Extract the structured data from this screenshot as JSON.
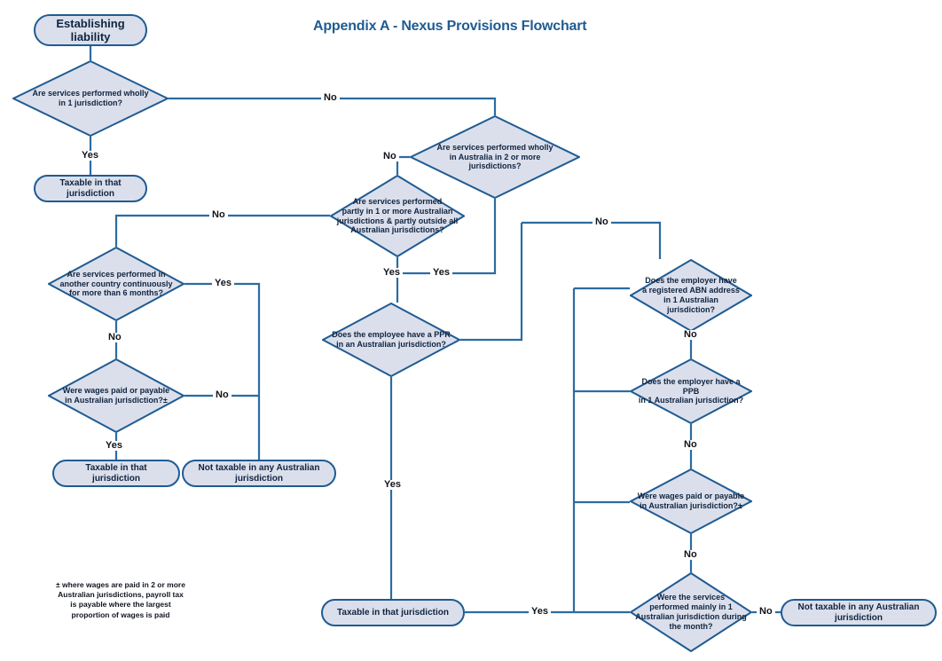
{
  "title": "Appendix A - Nexus Provisions Flowchart",
  "colors": {
    "title": "#1f5b92",
    "shape_fill": "#dbdfec",
    "shape_stroke": "#1f5b92",
    "connector": "#2b6ca3",
    "text": "#10243f"
  },
  "footnote": "± where wages are paid in 2 or more\nAustralian jurisdictions, payroll tax\nis payable where the largest\nproportion of wages is paid",
  "nodes": {
    "start": "Establishing liability",
    "q_wholly_1_jurisdiction": "Are services performed wholly\nin 1 jurisdiction?",
    "t_taxable_left": "Taxable in that jurisdiction",
    "q_wholly_australia_2_or_more": "Are services performed wholly\nin Australia in 2 or more\njurisdictions?",
    "q_partly_in_out": "Are services performed\npartly in 1 or more Australian\njurisdictions & partly outside all\nAustralian jurisdictions?",
    "q_another_country_6_months": "Are services performed in\nanother country continuously\nfor more than 6 months?",
    "q_wages_paid_left": "Were wages paid or payable\nin Australian jurisdiction?±",
    "t_taxable_lower_left": "Taxable in that jurisdiction",
    "t_not_taxable_left": "Not taxable in any Australian jurisdiction",
    "q_employee_ppr": "Does the employee have a PPR\nin an Australian jurisdiction?",
    "q_abn_address": "Does the employer have\na registered ABN address\nin 1 Australian\njurisdiction?",
    "q_ppb": "Does the employer have a PPB\nin 1 Australian jurisdiction?",
    "q_wages_paid_right": "Were wages paid or payable\nin Australian jurisdiction?±",
    "q_services_mainly_month": "Were the services\nperformed mainly in 1\nAustralian jurisdiction during\nthe month?",
    "t_taxable_bottom": "Taxable in that jurisdiction",
    "t_not_taxable_right": "Not taxable in any Australian jurisdiction"
  },
  "edge_labels": {
    "no_top_from_wholly1": "No",
    "yes_wholly1": "Yes",
    "no_into_partly": "No",
    "no_partly_left": "No",
    "yes_partly": "Yes",
    "yes_wholly_aus": "Yes",
    "yes_6_months": "Yes",
    "no_6_months": "No",
    "no_wages_left": "No",
    "yes_wages_left": "Yes",
    "no_ppr_to_right": "No",
    "yes_ppr": "Yes",
    "no_abn": "No",
    "no_ppb": "No",
    "no_wages_right": "No",
    "yes_bottom_taxable": "Yes",
    "no_mainly_month": "No"
  }
}
